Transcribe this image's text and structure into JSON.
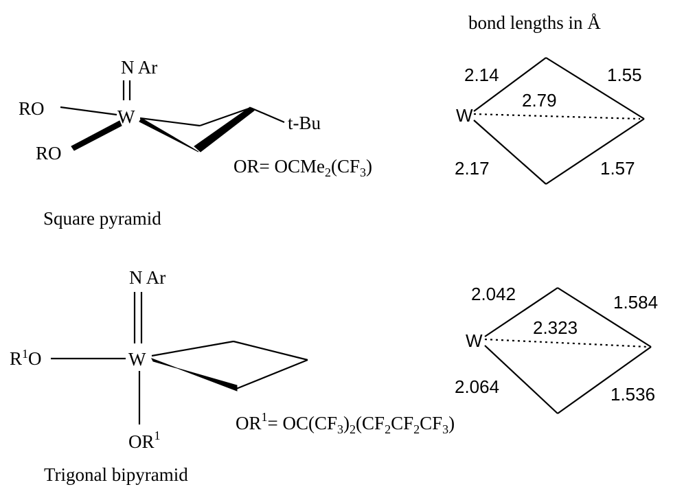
{
  "header": {
    "bond_lengths_label": "bond lengths in Å"
  },
  "square_pyramid": {
    "caption": "Square pyramid",
    "imido_label": "N Ar",
    "metal": "W",
    "alkoxide_top": "RO",
    "alkoxide_bottom": "RO",
    "substituent": "t-Bu",
    "formula": {
      "prefix": "OR= OCMe",
      "sub1": "2",
      "mid": "(CF",
      "sub2": "3",
      "suffix": ")"
    },
    "bond_diagram": {
      "metal": "W",
      "w_c_upper": "2.14",
      "c_c_upper": "1.55",
      "w_c_cross": "2.79",
      "w_c_lower": "2.17",
      "c_c_lower": "1.57"
    }
  },
  "trigonal_bipyramid": {
    "caption": "Trigonal bipyramid",
    "imido_label": "N Ar",
    "metal": "W",
    "alkoxide_left_main": "R",
    "alkoxide_left_sup": "1",
    "alkoxide_left_tail": "O",
    "alkoxide_bottom_main": "OR",
    "alkoxide_bottom_sup": "1",
    "formula": {
      "p1": "OR",
      "sup1": "1",
      "p2": "= OC(CF",
      "sub1": "3",
      "p3": ")",
      "sub2": "2",
      "p4": "(CF",
      "sub3": "2",
      "p5": "CF",
      "sub4": "2",
      "p6": "CF",
      "sub5": "3",
      "p7": ")"
    },
    "bond_diagram": {
      "metal": "W",
      "w_c_upper": "2.042",
      "c_c_upper": "1.584",
      "w_c_cross": "2.323",
      "w_c_lower": "2.064",
      "c_c_lower": "1.536"
    }
  }
}
